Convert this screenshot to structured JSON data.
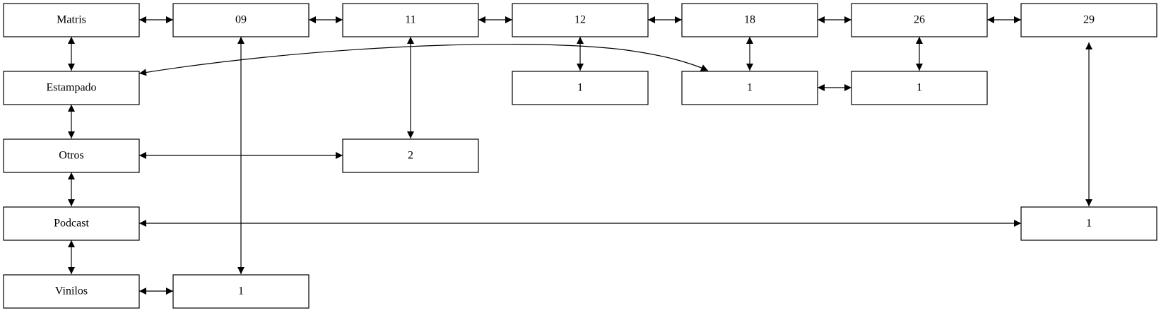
{
  "diagram": {
    "row_headers": {
      "matris": "Matris",
      "estampado": "Estampado",
      "otros": "Otros",
      "podcast": "Podcast",
      "vinilos": "Vinilos"
    },
    "column_headers": {
      "c09": "09",
      "c11": "11",
      "c12": "12",
      "c18": "18",
      "c26": "26",
      "c29": "29"
    },
    "cells": {
      "estampado_12": "1",
      "estampado_18": "1",
      "estampado_26": "1",
      "otros_11": "2",
      "podcast_29": "1",
      "vinilos_09": "1"
    },
    "links": [
      {
        "from": "Matris",
        "to": "09"
      },
      {
        "from": "09",
        "to": "11"
      },
      {
        "from": "11",
        "to": "12"
      },
      {
        "from": "12",
        "to": "18"
      },
      {
        "from": "18",
        "to": "26"
      },
      {
        "from": "26",
        "to": "29"
      },
      {
        "from": "Matris",
        "to": "Estampado"
      },
      {
        "from": "Estampado",
        "to": "Otros"
      },
      {
        "from": "Otros",
        "to": "Podcast"
      },
      {
        "from": "Podcast",
        "to": "Vinilos"
      },
      {
        "from": "09",
        "to": "Vinilos 1"
      },
      {
        "from": "11",
        "to": "Otros 2"
      },
      {
        "from": "12",
        "to": "Estampado 1 (12)"
      },
      {
        "from": "18",
        "to": "Estampado 1 (18)"
      },
      {
        "from": "26",
        "to": "Estampado 1 (26)"
      },
      {
        "from": "29",
        "to": "Podcast 1"
      },
      {
        "from": "Estampado",
        "to": "Estampado 1 (18)"
      },
      {
        "from": "Estampado 1 (18)",
        "to": "Estampado 1 (26)"
      },
      {
        "from": "Otros",
        "to": "Otros 2"
      },
      {
        "from": "Podcast",
        "to": "Podcast 1"
      },
      {
        "from": "Vinilos",
        "to": "Vinilos 1"
      }
    ]
  }
}
